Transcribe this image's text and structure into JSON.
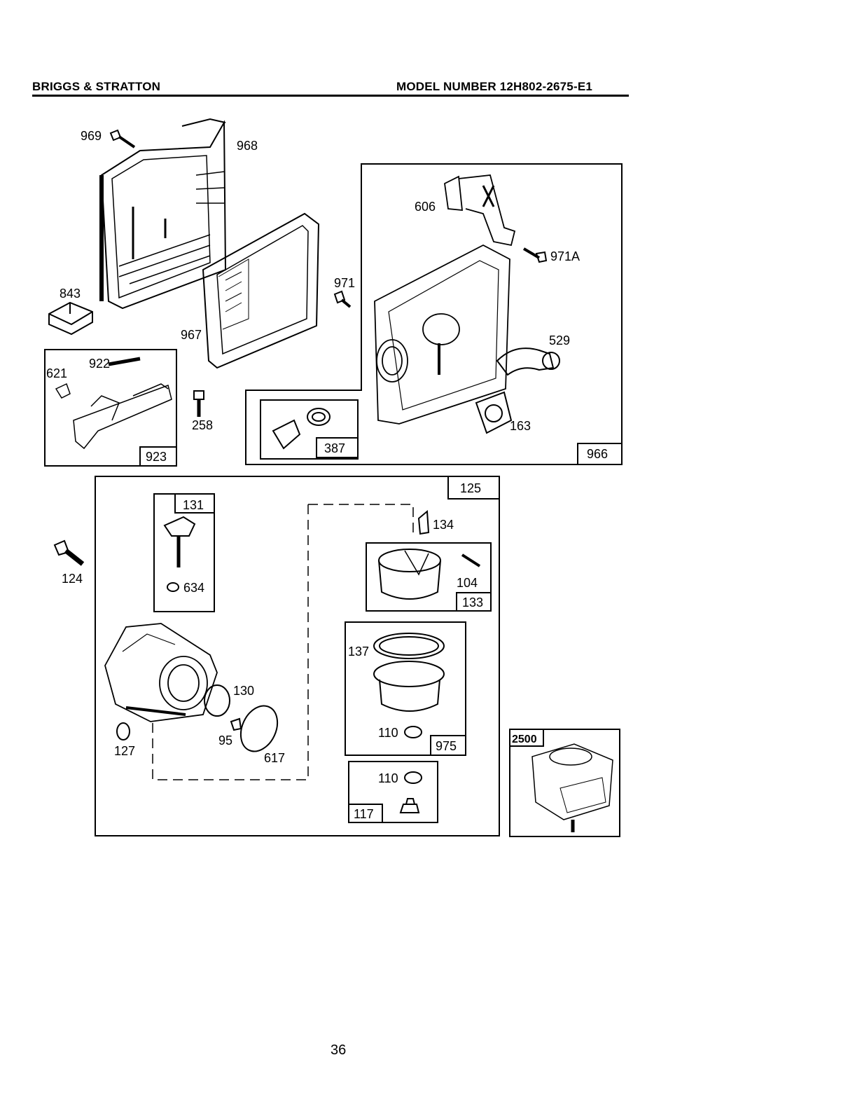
{
  "header": {
    "brand": "BRIGGS & STRATTON",
    "model": "MODEL NUMBER 12H802-2675-E1"
  },
  "parts": {
    "p969": "969",
    "p968": "968",
    "p843": "843",
    "p967": "967",
    "p621": "621",
    "p922": "922",
    "p923": "923",
    "p258": "258",
    "p971": "971",
    "p606": "606",
    "p971a": "971A",
    "p529": "529",
    "p163": "163",
    "p387": "387",
    "p966": "966",
    "p125": "125",
    "p131": "131",
    "p634": "634",
    "p124": "124",
    "p134": "134",
    "p104": "104",
    "p133": "133",
    "p137": "137",
    "p130": "130",
    "p95": "95",
    "p617": "617",
    "p127": "127",
    "p110a": "110",
    "p975": "975",
    "p110b": "110",
    "p117": "117",
    "p2500": "2500"
  },
  "footer": {
    "page_number": "36"
  }
}
